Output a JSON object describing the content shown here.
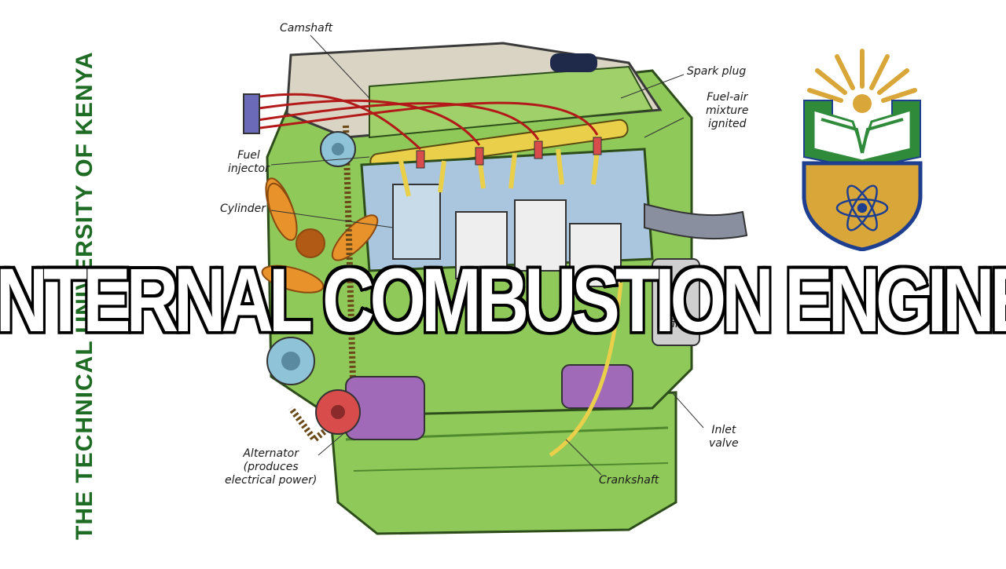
{
  "university": {
    "name": "THE TECHNICAL UNIVERSITY OF KENYA"
  },
  "title": "INTERNAL COMBUSTION ENGINE",
  "diagram": {
    "labels": {
      "camshaft": "Camshaft",
      "spark_plug": "Spark plug",
      "fuel_air": "Fuel-air\nmixture\nignited",
      "fuel_injector": "Fuel\ninjector",
      "cylinder": "Cylinder",
      "oil_filter": "Oil\nfilter",
      "inlet_valve": "Inlet\nvalve",
      "crankshaft": "Crankshaft",
      "alternator": "Alternator\n(produces\nelectrical power)"
    }
  },
  "colors": {
    "engine_green": "#8fc95a",
    "engine_dark_green": "#4f8a2e",
    "cylinder_blue": "#aac6df",
    "wire_red": "#b31919",
    "fan_orange": "#e8922b",
    "alternator_purple": "#a06ab8",
    "logo_gold": "#d9a63a",
    "logo_green": "#2f8a3a",
    "logo_blue": "#1e3f8f",
    "university_green": "#1e6b23"
  }
}
